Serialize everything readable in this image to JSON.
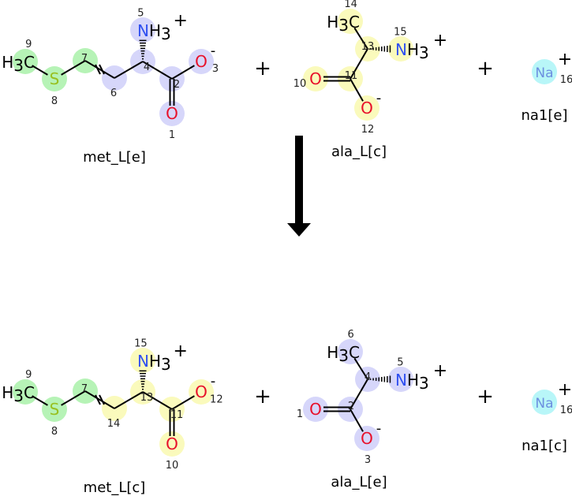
{
  "colors": {
    "lavender": "#d6d6fa",
    "green": "#b6f3b6",
    "yellow": "#fafabc",
    "cyan": "#b8f6f8",
    "N": "#3050f0",
    "O": "#e8102a",
    "O_alt": "#f05010",
    "S": "#98c020",
    "Na": "#6c8fe0",
    "N_alt": "#6070c0"
  },
  "operators": {
    "plus": "+"
  },
  "reactants": [
    {
      "name": "met_L[e]",
      "layout": "met",
      "atoms": [
        {
          "num": "9",
          "symbol": "C",
          "h": "H",
          "hn": "3",
          "hl": "green"
        },
        {
          "num": "8",
          "symbol": "S",
          "hl": "green"
        },
        {
          "num": "7",
          "symbol": "",
          "hl": "green"
        },
        {
          "num": "6",
          "symbol": "",
          "hl": "lavender"
        },
        {
          "num": "4",
          "symbol": "",
          "hl": "lavender"
        },
        {
          "num": "5",
          "symbol": "N",
          "h": "H",
          "hn": "3",
          "charge": "+",
          "hl": "lavender"
        },
        {
          "num": "2",
          "symbol": "",
          "hl": "lavender"
        },
        {
          "num": "3",
          "symbol": "O",
          "charge": "-",
          "hl": "lavender"
        },
        {
          "num": "1",
          "symbol": "O",
          "hl": "lavender"
        }
      ]
    },
    {
      "name": "ala_L[c]",
      "layout": "ala",
      "atoms": [
        {
          "num": "14",
          "symbol": "C",
          "h": "H",
          "hn": "3",
          "hl": "yellow"
        },
        {
          "num": "13",
          "symbol": "",
          "hl": "yellow"
        },
        {
          "num": "15",
          "symbol": "N",
          "h": "H",
          "hn": "3",
          "charge": "+",
          "hl": "yellow"
        },
        {
          "num": "11",
          "symbol": "",
          "hl": "yellow"
        },
        {
          "num": "10",
          "symbol": "O",
          "hl": "yellow"
        },
        {
          "num": "12",
          "symbol": "O",
          "charge": "-",
          "hl": "yellow"
        }
      ]
    },
    {
      "name": "na1[e]",
      "layout": "na",
      "atoms": [
        {
          "num": "16",
          "symbol": "Na",
          "charge": "+",
          "hl": "cyan"
        }
      ]
    }
  ],
  "products": [
    {
      "name": "met_L[c]",
      "layout": "met",
      "atoms": [
        {
          "num": "9",
          "symbol": "C",
          "h": "H",
          "hn": "3",
          "hl": "green"
        },
        {
          "num": "8",
          "symbol": "S",
          "hl": "green"
        },
        {
          "num": "7",
          "symbol": "",
          "hl": "green"
        },
        {
          "num": "14",
          "symbol": "",
          "hl": "yellow"
        },
        {
          "num": "13",
          "symbol": "",
          "hl": "yellow"
        },
        {
          "num": "15",
          "symbol": "N",
          "h": "H",
          "hn": "3",
          "charge": "+",
          "hl": "yellow"
        },
        {
          "num": "11",
          "symbol": "",
          "hl": "yellow"
        },
        {
          "num": "12",
          "symbol": "O",
          "charge": "-",
          "hl": "yellow"
        },
        {
          "num": "10",
          "symbol": "O",
          "hl": "yellow"
        }
      ]
    },
    {
      "name": "ala_L[e]",
      "layout": "ala",
      "atoms": [
        {
          "num": "6",
          "symbol": "C",
          "h": "H",
          "hn": "3",
          "hl": "lavender"
        },
        {
          "num": "4",
          "symbol": "",
          "hl": "lavender"
        },
        {
          "num": "5",
          "symbol": "N",
          "h": "H",
          "hn": "3",
          "charge": "+",
          "hl": "lavender"
        },
        {
          "num": "2",
          "symbol": "",
          "hl": "lavender"
        },
        {
          "num": "1",
          "symbol": "O",
          "hl": "lavender"
        },
        {
          "num": "3",
          "symbol": "O",
          "charge": "-",
          "hl": "lavender"
        }
      ]
    },
    {
      "name": "na1[c]",
      "layout": "na",
      "atoms": [
        {
          "num": "16",
          "symbol": "Na",
          "charge": "+",
          "hl": "cyan"
        }
      ]
    }
  ]
}
